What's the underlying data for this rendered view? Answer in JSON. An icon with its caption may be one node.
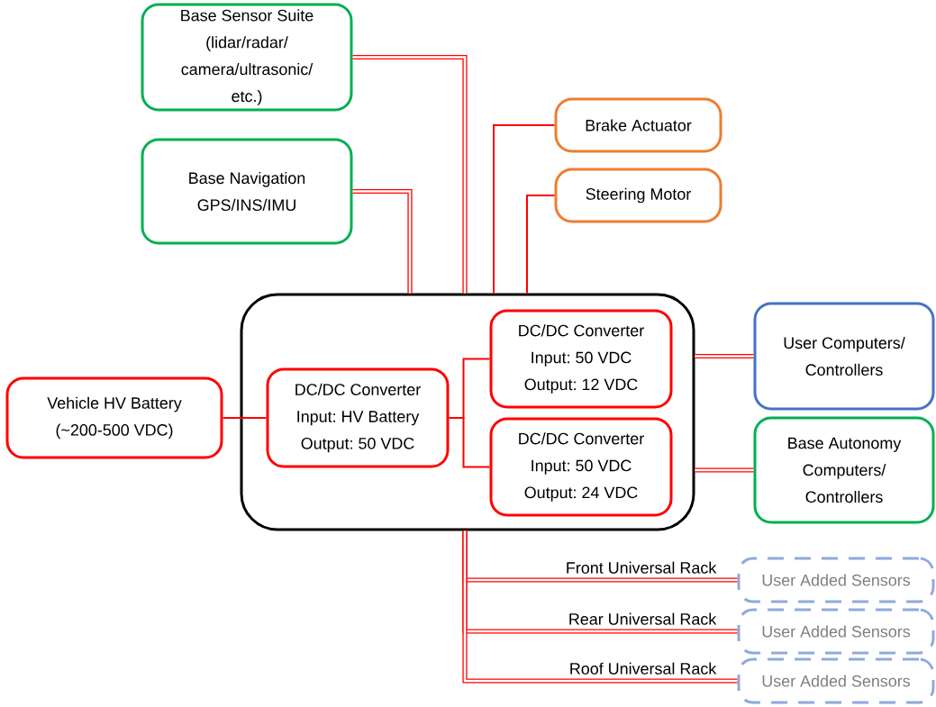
{
  "diagram": {
    "nodes": [
      {
        "text": [
          "Base Sensor Suite (lidar/radar/ camera/ultrasonic/ etc.)"
        ]
      },
      {
        "text": [
          "Brake Actuator"
        ]
      },
      {
        "text": [
          "Base Navigation GPS/INS/IMU"
        ]
      },
      {
        "text": [
          "Steering Motor"
        ]
      },
      {
        "text": [],
        "shape": "box"
      },
      {
        "text": [
          "Vehicle HV Battery (~200-500 VDC)"
        ]
      },
      {
        "text": [
          "DC/DC Converter Input: HV Battery Output: 50 VDC"
        ],
        "in": 4
      },
      {
        "text": [
          "DC/DC Converter Input: 50 VDC Output: 12 VDC"
        ],
        "in": 4
      },
      {
        "text": [
          "DC/DC Converter Input: 50 VDC Output: 24 VDC"
        ],
        "in": 4
      },
      {
        "text": [
          "User Computers/ Controllers"
        ]
      },
      {
        "text": [
          "Base Autonomy Computers/ Controllers"
        ]
      },
      {
        "text": [
          "User Added Sensors"
        ]
      },
      {
        "text": [
          "User Added Sensors"
        ]
      },
      {
        "text": [
          "User Added Sensors"
        ]
      }
    ],
    "edges": [
      {
        "from": 0,
        "to": 4,
        "arrow": "none"
      },
      {
        "from": 2,
        "to": 4,
        "arrow": "none"
      },
      {
        "from": 1,
        "to": 4,
        "arrow": "none"
      },
      {
        "from": 3,
        "to": 4,
        "arrow": "none"
      },
      {
        "from": 5,
        "to": 6,
        "arrow": "none"
      },
      {
        "from": 6,
        "to": 7,
        "arrow": "none"
      },
      {
        "from": 6,
        "to": 8,
        "arrow": "none"
      },
      {
        "from": 4,
        "to": 9,
        "arrow": "none"
      },
      {
        "from": 4,
        "to": 10,
        "arrow": "none"
      },
      {
        "from": 4,
        "to": 11,
        "arrow": "none",
        "label": "Front Universal Rack"
      },
      {
        "from": 4,
        "to": 12,
        "arrow": "none",
        "label": "Rear Universal Rack"
      },
      {
        "from": 4,
        "to": 13,
        "arrow": "none",
        "label": "Roof Universal Rack"
      }
    ]
  }
}
